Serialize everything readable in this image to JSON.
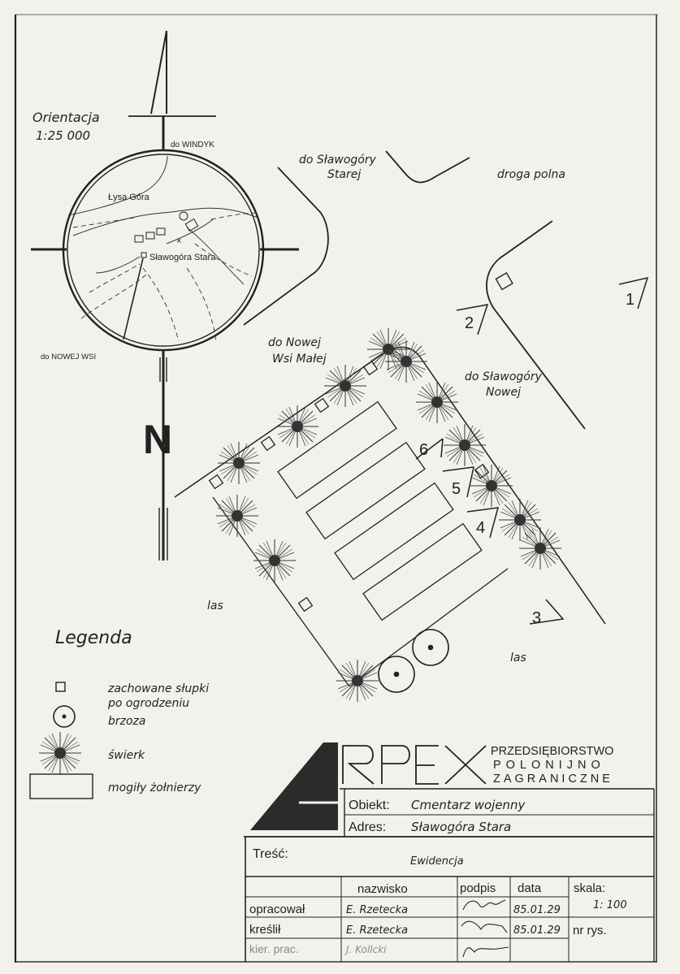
{
  "orientation": {
    "title": "Orientacja",
    "scale": "1:25 000",
    "to_windyk": "do WINDYK",
    "to_nowej_wsi": "do NOWEJ WSI",
    "lysa_gora": "Łysa Góra",
    "stawogora_stara": "Sławogóra Stara",
    "north": "N"
  },
  "map": {
    "to_stawogory_starej": [
      "do Sławogóry",
      "Starej"
    ],
    "droga_polna": "droga polna",
    "to_nowej_wsi_malej": [
      "do Nowej",
      "Wsi Małej"
    ],
    "to_stawogory_nowej": [
      "do Sławogóry",
      "Nowej"
    ],
    "las_left": "las",
    "las_right": "las",
    "markers": [
      "1",
      "2",
      "3",
      "4",
      "5",
      "6"
    ]
  },
  "legend": {
    "title": "Legenda",
    "post": [
      "zachowane słupki",
      "po ogrodzeniu"
    ],
    "birch": "brzoza",
    "spruce": "świerk",
    "grave": "mogiły żołnierzy"
  },
  "titleblock": {
    "company_logo": "ARPEX",
    "company_lines": [
      "PRZEDSIĘBIORSTWO",
      "POLONIJNO",
      "ZAGRANICZNE"
    ],
    "obiekt_label": "Obiekt:",
    "obiekt_value": "Cmentarz wojenny",
    "adres_label": "Adres:",
    "adres_value": "Sławogóra Stara",
    "tresc_label": "Treść:",
    "tresc_value": "Ewidencja",
    "col_nazwisko": "nazwisko",
    "col_podpis": "podpis",
    "col_data": "data",
    "skala_label": "skala:",
    "skala_value": "1: 100",
    "nr_rys_label": "nr rys.",
    "rows": [
      {
        "role": "opracował",
        "name": "E. Rzetecka",
        "date": "85.01.29"
      },
      {
        "role": "kreślił",
        "name": "E. Rzetecka",
        "date": "85.01.29"
      },
      {
        "role": "kier. prac.",
        "name": "J. Kollcki",
        "date": ""
      }
    ]
  }
}
